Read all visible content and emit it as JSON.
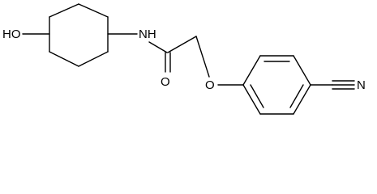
{
  "molecule": {
    "atom_labels": {
      "hydroxyl": "HO",
      "amide_nh": "NH",
      "carbonyl_o": "O",
      "ether_o": "O",
      "nitrile_n": "N"
    }
  }
}
